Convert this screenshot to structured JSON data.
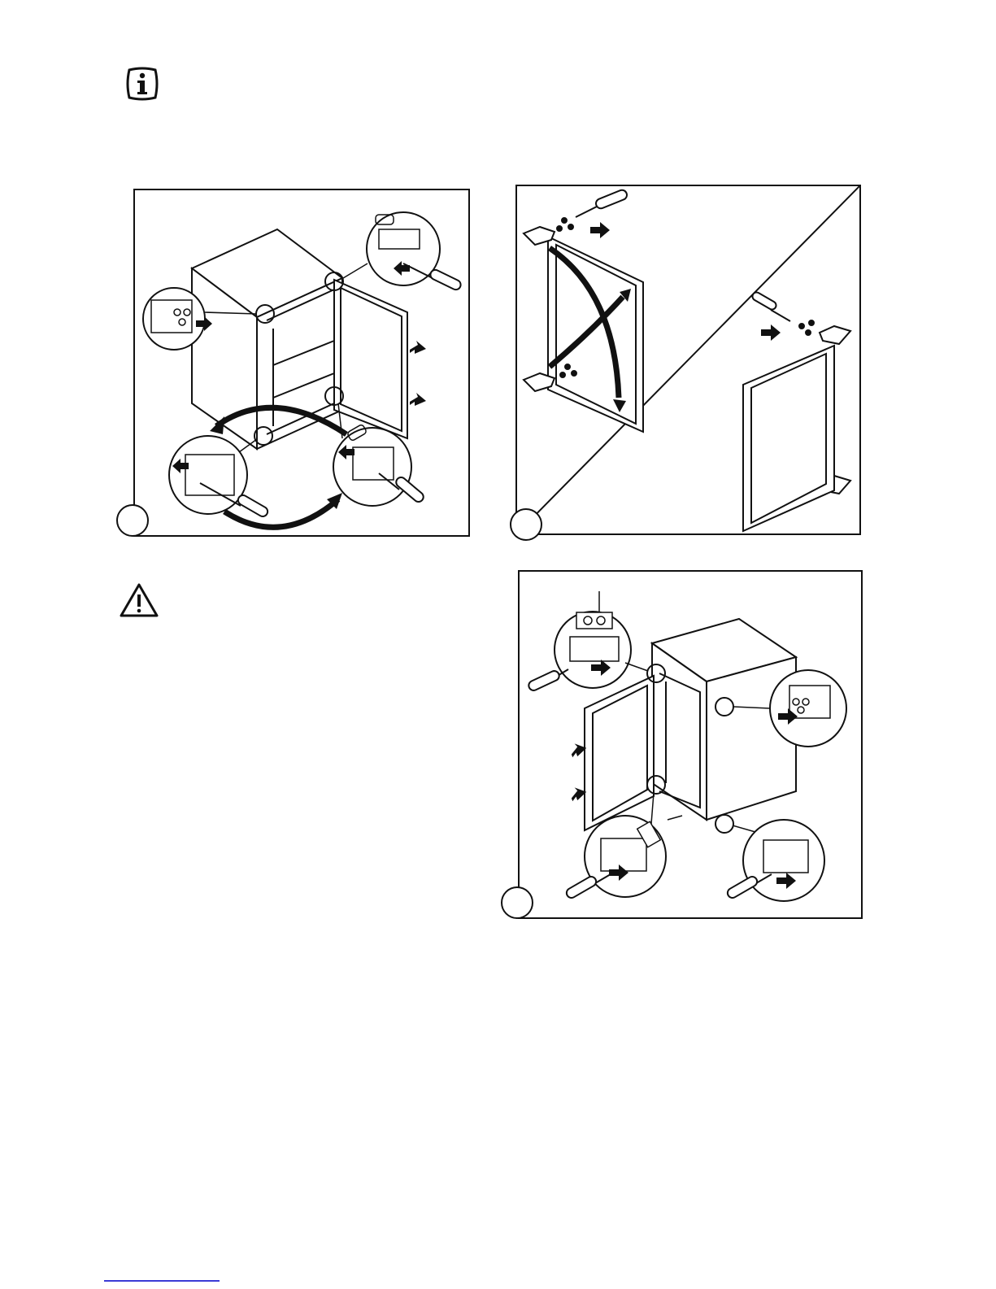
{
  "page": {
    "info_icon": "info-icon",
    "warning_icon": "warning-triangle-icon",
    "footer_link_color": "#3b3bd6"
  },
  "figures": [
    {
      "id": "fig1",
      "step_number": "",
      "content": "cabinet-with-door-removal-hinges"
    },
    {
      "id": "fig2",
      "step_number": "",
      "content": "door-reversal-hinge-swap"
    },
    {
      "id": "fig3",
      "step_number": "",
      "content": "cabinet-door-refit-left-side"
    }
  ]
}
